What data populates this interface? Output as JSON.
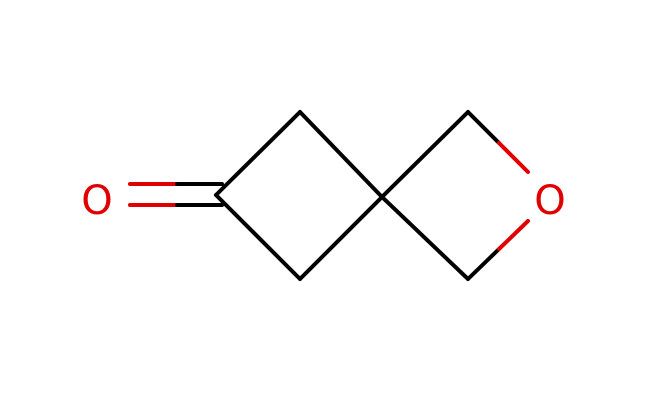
{
  "molecule": {
    "atoms": [
      {
        "id": "O1",
        "label": "O",
        "color": "#e00000"
      },
      {
        "id": "O2",
        "label": "O",
        "color": "#e00000"
      }
    ],
    "colors": {
      "bond": "#000000",
      "oxygen": "#e00000",
      "background": "#ffffff"
    }
  }
}
